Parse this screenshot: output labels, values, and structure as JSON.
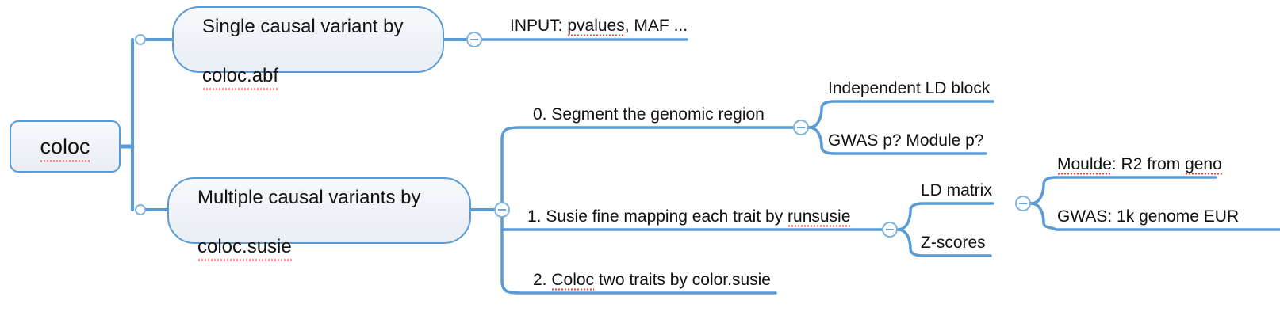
{
  "app": {
    "type": "mind-map",
    "background": "#ffffff",
    "line_color": "#5a9bd5",
    "node_border_color": "#5a9bd5",
    "node_fill_color": "#f2f5fa",
    "text_color": "#111111",
    "spellcheck_color": "#e8443a"
  },
  "root": {
    "label": "coloc",
    "spellchecked": true
  },
  "branches": [
    {
      "id": "abf",
      "label_line1": "Single causal variant by",
      "label_line2": "coloc.abf",
      "label": "Single causal variant by coloc.abf",
      "children": [
        {
          "id": "abf-input",
          "label": "INPUT: pvalues, MAF ..."
        }
      ]
    },
    {
      "id": "susie",
      "label_line1": "Multiple causal variants by",
      "label_line2": "coloc.susie",
      "label": "Multiple causal variants by coloc.susie",
      "children": [
        {
          "id": "step0",
          "label": "0. Segment the genomic region",
          "children": [
            {
              "id": "step0-a",
              "label": "Independent LD block"
            },
            {
              "id": "step0-b",
              "label": "GWAS p? Module p?"
            }
          ]
        },
        {
          "id": "step1",
          "label": "1. Susie fine mapping each trait by runsusie",
          "children": [
            {
              "id": "step1-ld",
              "label": "LD matrix",
              "children": [
                {
                  "id": "step1-ld-a",
                  "label": "Moulde: R2 from geno"
                },
                {
                  "id": "step1-ld-b",
                  "label": "GWAS: 1k genome EUR"
                }
              ]
            },
            {
              "id": "step1-z",
              "label": "Z-scores"
            }
          ]
        },
        {
          "id": "step2",
          "label": "2. Coloc two traits by color.susie"
        }
      ]
    }
  ],
  "handles": {
    "collapse_glyph": "minus",
    "expand_glyph": "none"
  }
}
